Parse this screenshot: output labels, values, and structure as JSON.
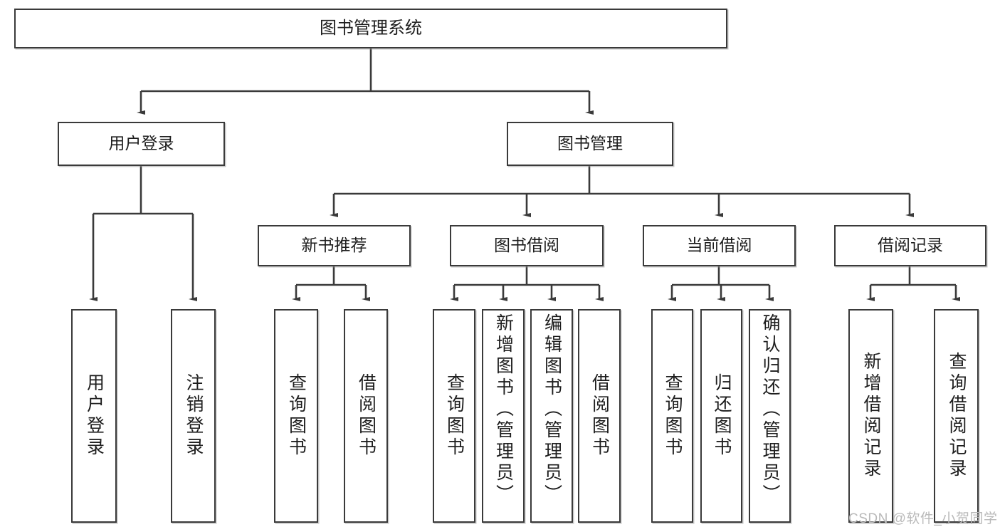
{
  "diagram": {
    "title": "图书管理系统",
    "type": "tree-hierarchy",
    "watermark": "CSDN @软件_小贺同学",
    "colors": {
      "box_border": "#3a3a3a",
      "box_fill": "#ffffff",
      "edge": "#3a3a3a",
      "text": "#1d1d1d",
      "watermark": "#b9b9b9"
    },
    "root": {
      "label": "图书管理系统"
    },
    "level1": [
      {
        "label": "用户登录"
      },
      {
        "label": "图书管理"
      }
    ],
    "level2": [
      {
        "label": "新书推荐"
      },
      {
        "label": "图书借阅"
      },
      {
        "label": "当前借阅"
      },
      {
        "label": "借阅记录"
      }
    ],
    "leaves": [
      {
        "label": "用户登录"
      },
      {
        "label": "注销登录"
      },
      {
        "label": "查询图书"
      },
      {
        "label": "借阅图书"
      },
      {
        "label": "查询图书"
      },
      {
        "label": "新增图书（管理员）"
      },
      {
        "label": "编辑图书（管理员）"
      },
      {
        "label": "借阅图书"
      },
      {
        "label": "查询图书"
      },
      {
        "label": "归还图书"
      },
      {
        "label": "确认归还（管理员）"
      },
      {
        "label": "新增借阅记录"
      },
      {
        "label": "查询借阅记录"
      }
    ]
  }
}
